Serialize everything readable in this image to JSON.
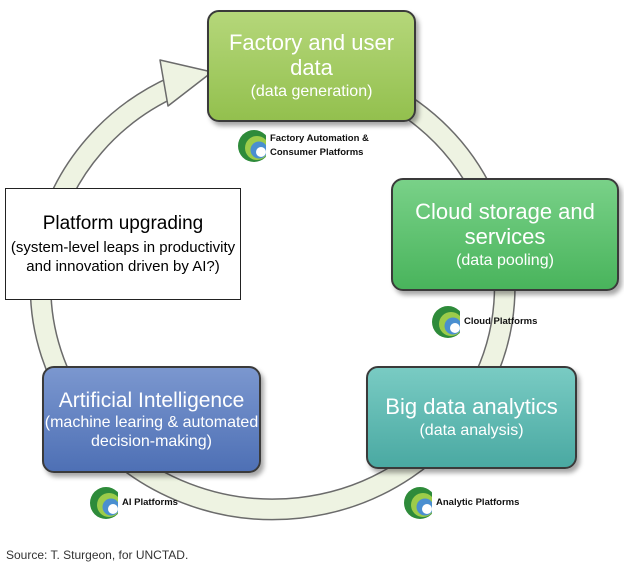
{
  "nodes": {
    "factory": {
      "title": "Factory and user data",
      "subtitle": "(data generation)"
    },
    "cloud": {
      "title": "Cloud storage and services",
      "subtitle": "(data pooling)"
    },
    "bigdata": {
      "title": "Big data analytics",
      "subtitle": "(data analysis)"
    },
    "ai": {
      "title": "Artificial Intelligence",
      "subtitle": "(machine learing & automated decision-making)"
    },
    "platform": {
      "title": "Platform upgrading",
      "subtitle": "(system-level leaps in productivity and innovation driven by AI?)"
    }
  },
  "platforms": {
    "factory": "Factory Automation & Consumer Platforms",
    "cloud": "Cloud Platforms",
    "analytic": "Analytic Platforms",
    "ai": "AI Platforms"
  },
  "source": "Source: T. Sturgeon, for UNCTAD.",
  "colors": {
    "factory": "#a6cc66",
    "cloud": "#5cc46e",
    "bigdata": "#5fb8b0",
    "ai": "#5f80c0",
    "cycle_arrow": "#eef3e2"
  }
}
